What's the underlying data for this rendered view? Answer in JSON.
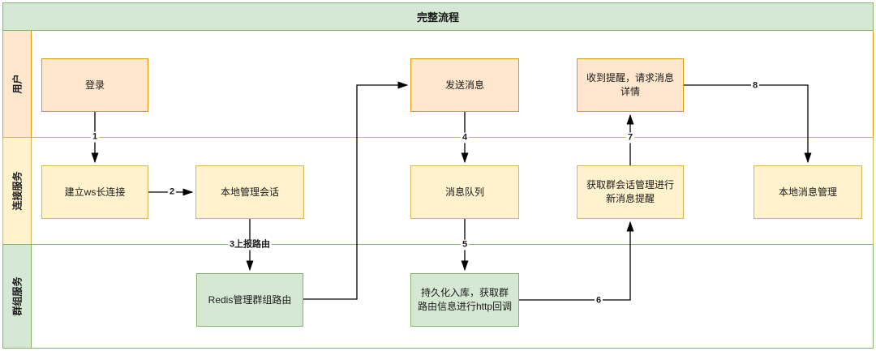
{
  "pool": {
    "title": "完整流程"
  },
  "lanes": [
    {
      "label": "用户"
    },
    {
      "label": "连接服务"
    },
    {
      "label": "群组服务"
    }
  ],
  "nodes": [
    {
      "label": "登录"
    },
    {
      "label": "建立ws长连接"
    },
    {
      "label": "本地管理会话"
    },
    {
      "label": "Redis管理群组路由"
    },
    {
      "label": "发送消息"
    },
    {
      "label": "消息队列"
    },
    {
      "label": "持久化入库，获取群路由信息进行http回调"
    },
    {
      "label": "收到提醒，请求消息详情"
    },
    {
      "label": "获取群会话管理进行新消息提醒"
    },
    {
      "label": "本地消息管理"
    }
  ],
  "edge_labels": [
    "1",
    "2",
    "3上报路由",
    "4",
    "5",
    "6",
    "7",
    "8"
  ],
  "colors": {
    "pool_green_fill": "#d5e8d4",
    "pool_green_stroke": "#82b366",
    "lane_orange_fill": "#ffe6cc",
    "lane_orange_stroke": "#d79b00",
    "lane_yellow_fill": "#fff2cc",
    "lane_yellow_stroke": "#d6b656",
    "arrow": "#000000",
    "text": "#1a1a1a"
  }
}
